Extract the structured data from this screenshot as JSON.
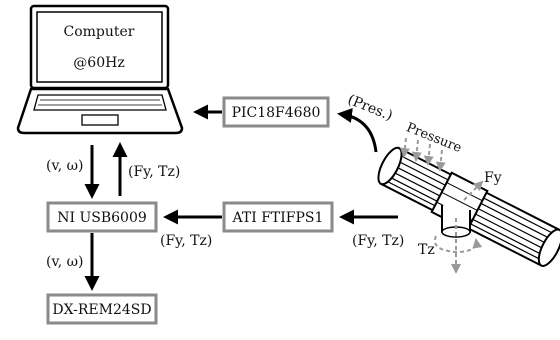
{
  "computer": {
    "title": "Computer",
    "rate": "@60Hz"
  },
  "blocks": {
    "pic": "PIC18F4680",
    "ni": "NI USB6009",
    "ati": "ATI FTIFPS1",
    "dx": "DX-REM24SD"
  },
  "labels": {
    "pres": "(Pres.)",
    "pressure": "Pressure",
    "fy": "Fy",
    "tz": "Tz",
    "v_omega_1": "(v, ω)",
    "fy_tz_1": "(Fy, Tz)",
    "fy_tz_2": "(Fy, Tz)",
    "fy_tz_3": "(Fy, Tz)",
    "v_omega_2": "(v, ω)"
  }
}
